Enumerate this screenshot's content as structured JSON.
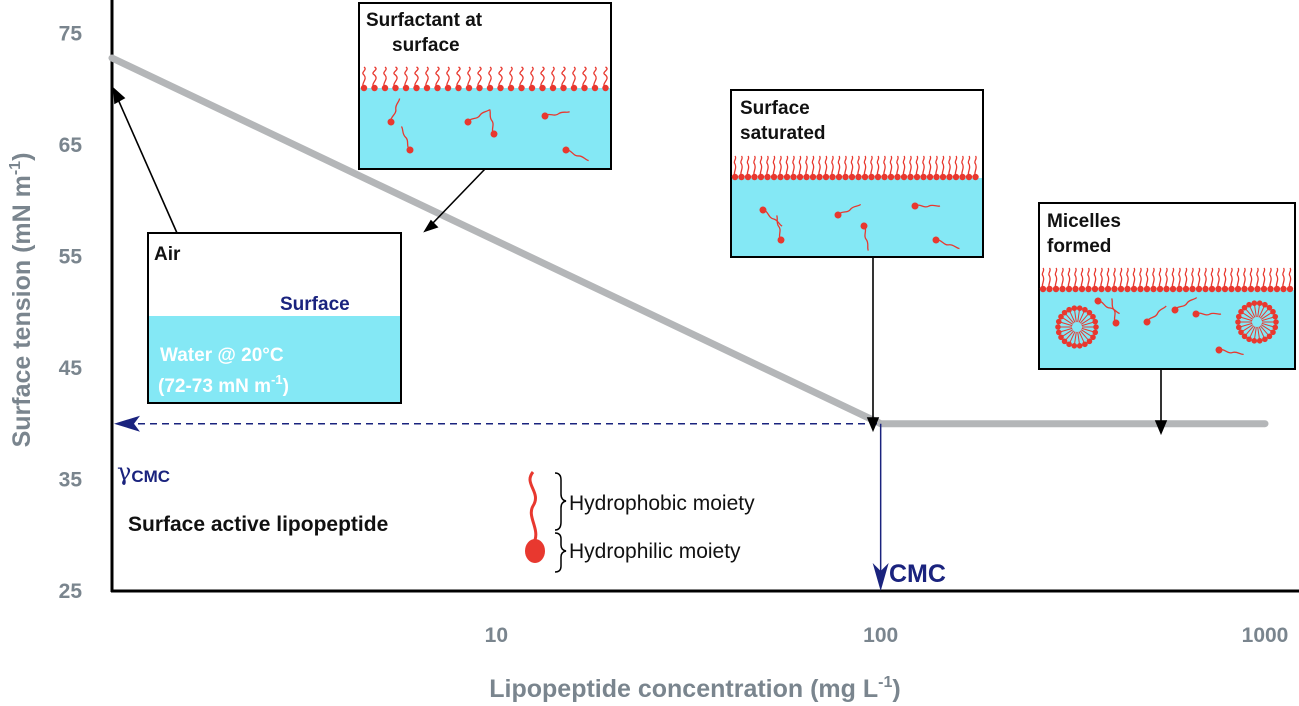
{
  "chart_data": {
    "type": "line",
    "x_scale": "log",
    "xlabel": "Lipopeptide concentration (mg L",
    "xlabel_sup": "-1",
    "xlabel_end": ")",
    "ylabel": "Surface tension (mN m",
    "ylabel_sup": "-1",
    "ylabel_end": ")",
    "xlim": [
      1,
      1000
    ],
    "ylim": [
      25,
      78
    ],
    "x_ticks": [
      {
        "value": 10,
        "label": "10"
      },
      {
        "value": 100,
        "label": "100"
      },
      {
        "value": 1000,
        "label": "1000"
      }
    ],
    "y_ticks": [
      {
        "value": 25,
        "label": "25"
      },
      {
        "value": 35,
        "label": "35"
      },
      {
        "value": 45,
        "label": "45"
      },
      {
        "value": 55,
        "label": "55"
      },
      {
        "value": 65,
        "label": "65"
      },
      {
        "value": 75,
        "label": "75"
      }
    ],
    "series": [
      {
        "color": "#b4b6b8",
        "points": [
          {
            "x": 1,
            "y": 72.8
          },
          {
            "x": 100,
            "y": 40
          },
          {
            "x": 1000,
            "y": 40
          }
        ]
      }
    ],
    "cmc": {
      "x": 100,
      "y": 40,
      "label": "CMC",
      "gamma_symbol": "γ",
      "gamma_sub": "CMC"
    },
    "annotations": {
      "air_box": {
        "air": "Air",
        "surface": "Surface",
        "water_line1": "Water @ 20°C",
        "water_line2_pre": "(72-73 mN m",
        "water_line2_sup": "-1",
        "water_line2_post": ")"
      },
      "surfactant_box": {
        "line1": "Surfactant at",
        "line2": "surface"
      },
      "saturated_box": {
        "line1": "Surface",
        "line2": "saturated"
      },
      "micelles_box": {
        "line1": "Micelles",
        "line2": "formed"
      },
      "legend": {
        "title": "Surface active lipopeptide",
        "hydrophobic": "Hydrophobic moiety",
        "hydrophilic": "Hydrophilic moiety"
      }
    },
    "colors": {
      "line": "#b4b6b8",
      "water": "#84e8f5",
      "water_light": "#8fe5f2",
      "molecule": "#e8382f",
      "cmc_blue": "#1a237e",
      "axis_text": "#7a858e"
    }
  }
}
